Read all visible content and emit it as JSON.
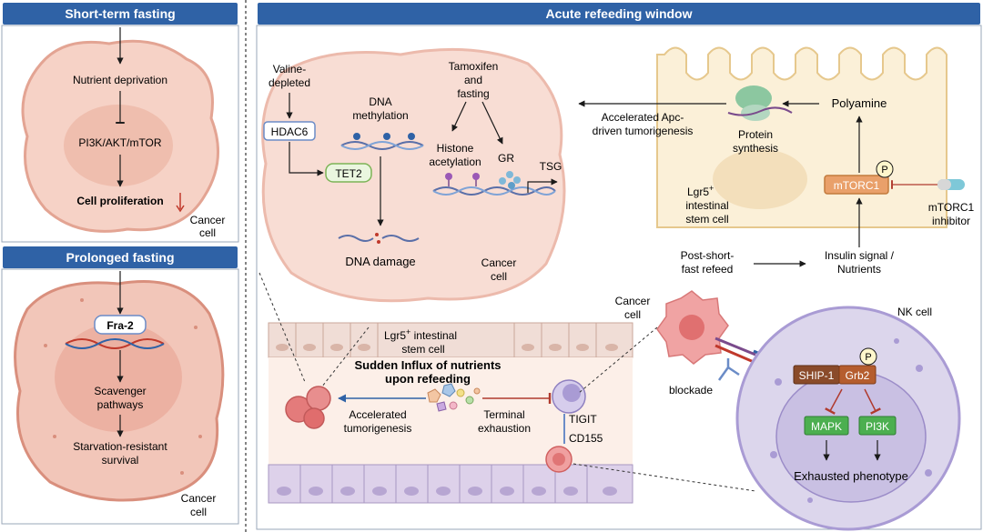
{
  "panels": {
    "short_term": "Short-term fasting",
    "prolonged": "Prolonged fasting",
    "refeeding": "Acute refeeding window"
  },
  "short_term_cell": {
    "nutrient_deprivation": "Nutrient deprivation",
    "pathway": "PI3K/AKT/mTOR",
    "proliferation": "Cell proliferation",
    "cancer_label_1": "Cancer",
    "cancer_label_2": "cell"
  },
  "prolonged_cell": {
    "fra2": "Fra-2",
    "scavenger_1": "Scavenger",
    "scavenger_2": "pathways",
    "survival_1": "Starvation-resistant",
    "survival_2": "survival",
    "cancer_label_1": "Cancer",
    "cancer_label_2": "cell"
  },
  "epigenetic": {
    "valine_1": "Valine-",
    "valine_2": "depleted",
    "hdac6": "HDAC6",
    "tet2": "TET2",
    "dna_meth_1": "DNA",
    "dna_meth_2": "methylation",
    "dna_damage": "DNA damage",
    "tamoxifen_1": "Tamoxifen",
    "tamoxifen_2": "and",
    "tamoxifen_3": "fasting",
    "histone_1": "Histone",
    "histone_2": "acetylation",
    "gr": "GR",
    "tsg": "TSG",
    "cancer_label_1": "Cancer",
    "cancer_label_2": "cell"
  },
  "stem": {
    "accelerated_apc_1": "Accelerated Apc-",
    "accelerated_apc_2": "driven tumorigenesis",
    "protein_1": "Protein",
    "protein_2": "synthesis",
    "polyamine": "Polyamine",
    "lgr5_1": "Lgr5",
    "lgr5_sup": "+",
    "lgr5_2": "intestinal",
    "lgr5_3": "stem cell",
    "mtorc1": "mTORC1",
    "phospho": "P",
    "inhibitor_1": "mTORC1",
    "inhibitor_2": "inhibitor",
    "post_fast_1": "Post-short-",
    "post_fast_2": "fast refeed",
    "insulin_1": "Insulin signal /",
    "insulin_2": "Nutrients"
  },
  "gut": {
    "lgr5_1": "Lgr5",
    "lgr5_sup": "+",
    "lgr5_1b": " intestinal",
    "lgr5_2": "stem cell",
    "influx_1": "Sudden Influx of nutrients",
    "influx_2": "upon refeeding",
    "accel_1": "Accelerated",
    "accel_2": "tumorigenesis",
    "terminal_1": "Terminal",
    "terminal_2": "exhaustion",
    "tigit": "TIGIT",
    "cd155": "CD155"
  },
  "nk": {
    "cancer_1": "Cancer",
    "cancer_2": "cell",
    "blockade": "blockade",
    "nk_cell": "NK cell",
    "ship1": "SHIP-1",
    "grb2": "Grb2",
    "phospho": "P",
    "mapk": "MAPK",
    "pi3k": "PI3K",
    "exhausted": "Exhausted phenotype"
  }
}
